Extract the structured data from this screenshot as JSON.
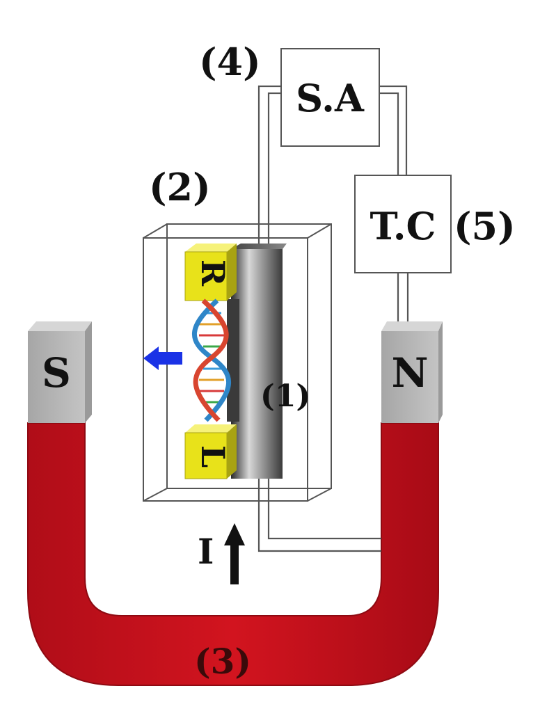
{
  "labels": {
    "item1": "(1)",
    "item2": "(2)",
    "item3": "(3)",
    "item4": "(4)",
    "item5": "(5)",
    "south_pole": "S",
    "north_pole": "N",
    "spectrum_analyzer": "S.A",
    "temperature_controller": "T.C",
    "electrode_right": "R",
    "electrode_left": "L",
    "current": "I"
  },
  "colors": {
    "magnet_body": "#c8101e",
    "magnet_pole": "#b9b9b9",
    "electrode": "#e8e21a",
    "field_arrow": "#1a32e6",
    "wire": "#555555"
  },
  "icons": {
    "dna": "dna-double-helix-icon",
    "field_arrow": "arrow-left-icon",
    "current_arrow": "arrow-up-icon"
  }
}
